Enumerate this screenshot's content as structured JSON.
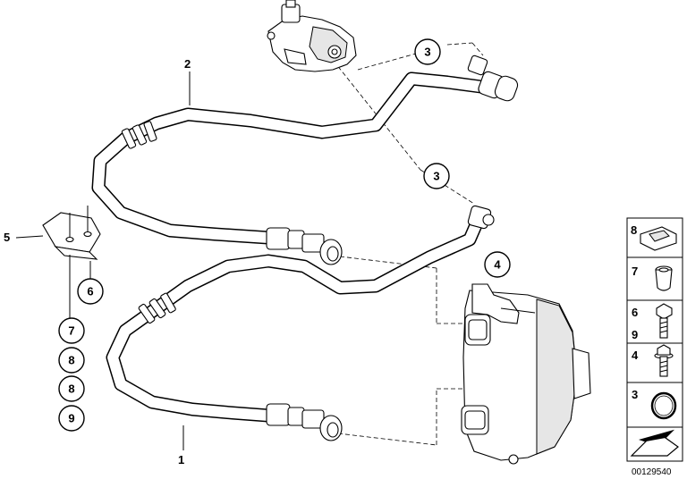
{
  "diagram": {
    "doc_number": "00129540",
    "labels": {
      "hose_1": "1",
      "hose_2": "2",
      "bracket_5": "5"
    },
    "callouts": [
      {
        "id": "callout-3-top",
        "text": "3"
      },
      {
        "id": "callout-3-mid",
        "text": "3"
      },
      {
        "id": "callout-4",
        "text": "4"
      },
      {
        "id": "callout-6",
        "text": "6"
      },
      {
        "id": "callout-7",
        "text": "7"
      },
      {
        "id": "callout-8a",
        "text": "8"
      },
      {
        "id": "callout-8b",
        "text": "8"
      },
      {
        "id": "callout-9",
        "text": "9"
      }
    ],
    "legend": [
      {
        "number": "8",
        "part": "clip-nut"
      },
      {
        "number": "7",
        "part": "sleeve"
      },
      {
        "number": "6",
        "part": "bolt"
      },
      {
        "number": "9",
        "part": "bolt"
      },
      {
        "number": "4",
        "part": "bolt"
      },
      {
        "number": "3",
        "part": "o-ring"
      }
    ]
  }
}
